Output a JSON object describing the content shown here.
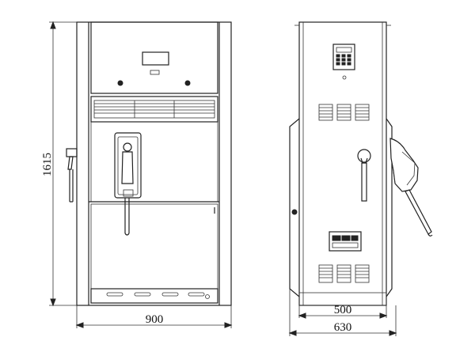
{
  "dimensions": {
    "front_height": "1615",
    "front_width": "900",
    "side_inner_width": "500",
    "side_outer_width": "630"
  },
  "colors": {
    "line": "#222222",
    "background": "#ffffff"
  },
  "icons": {
    "keypad": "keypad-icon",
    "nozzle": "fuel-nozzle-icon",
    "vent": "vent-grille-icon"
  }
}
